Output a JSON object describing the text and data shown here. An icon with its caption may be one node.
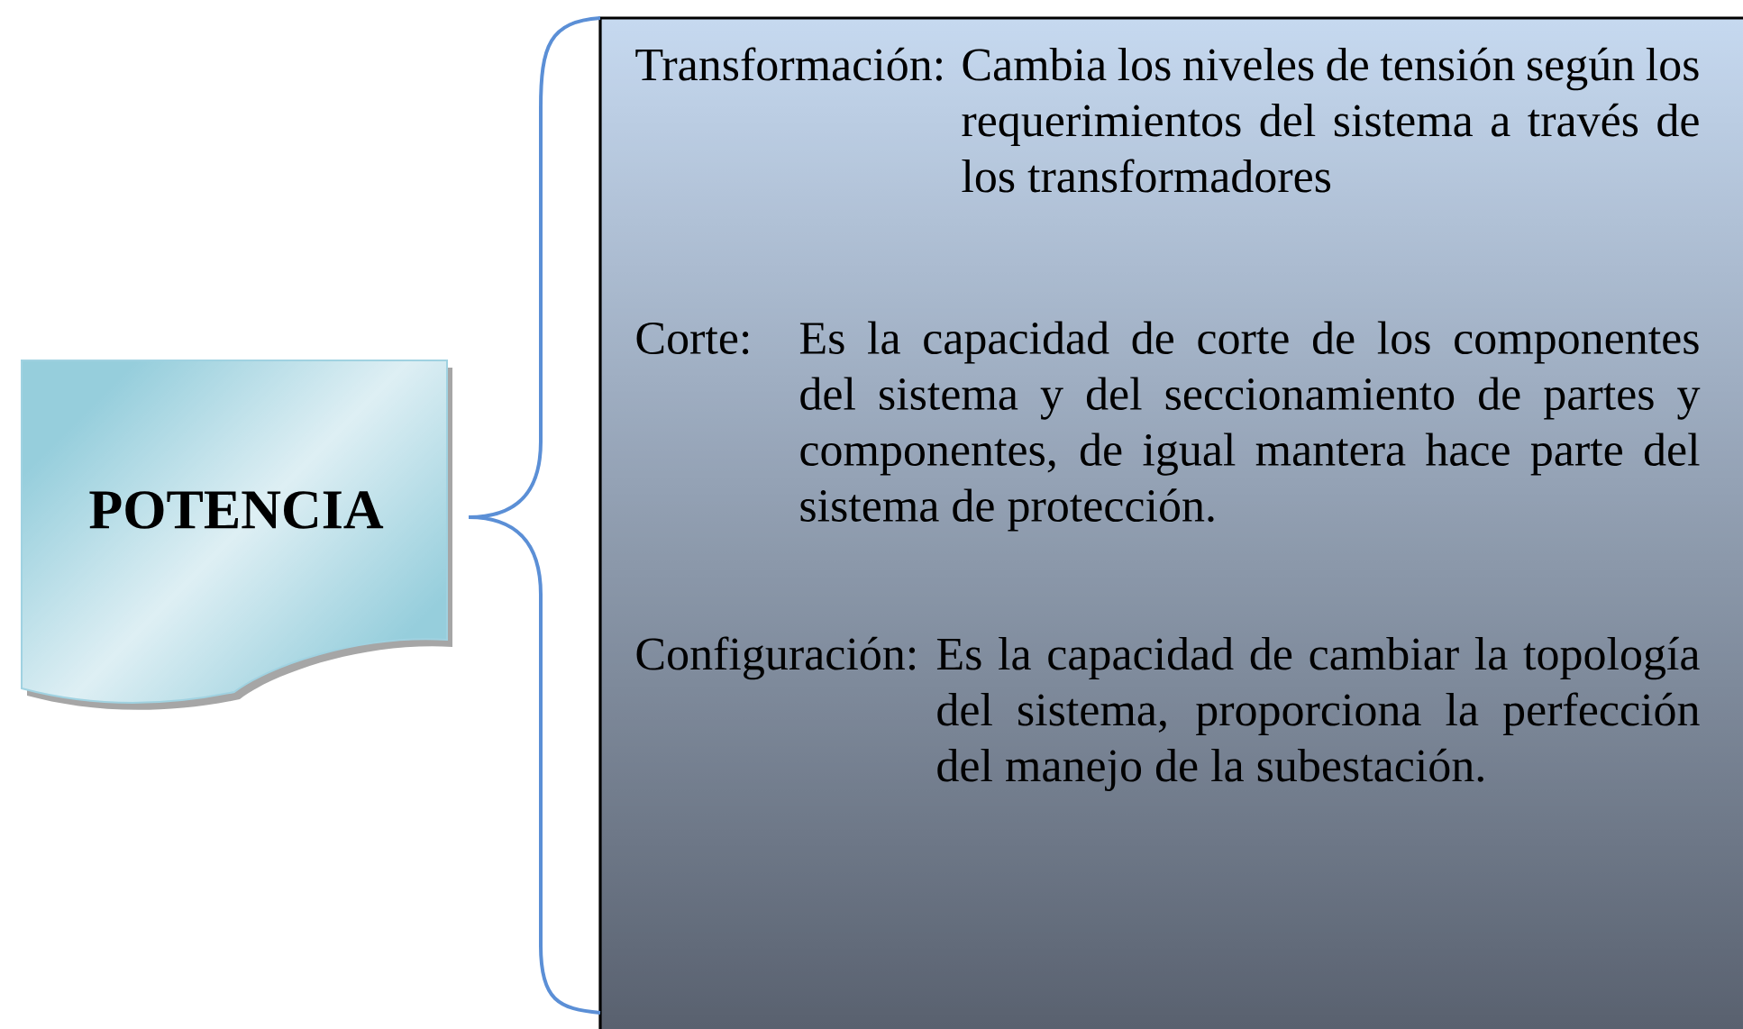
{
  "diagram": {
    "nodes": [
      {
        "text": [
          "POTENCIA"
        ]
      },
      {
        "text": [],
        "shape": "box"
      },
      {
        "text": [
          "Transformación:",
          "Cambia los niveles de tensión según los requerimientos del sistema a través de los transformadores"
        ],
        "in": 1
      },
      {
        "text": [
          "Corte:",
          "Es la capacidad de corte de los componentes del sistema y del seccionamiento de partes y componentes, de igual mantera hace parte del sistema de protección."
        ],
        "in": 1
      },
      {
        "text": [
          "Configuración:",
          "Es la capacidad de cambiar la topología del sistema, proporciona la perfección del manejo de la subestación."
        ],
        "in": 1
      }
    ]
  }
}
